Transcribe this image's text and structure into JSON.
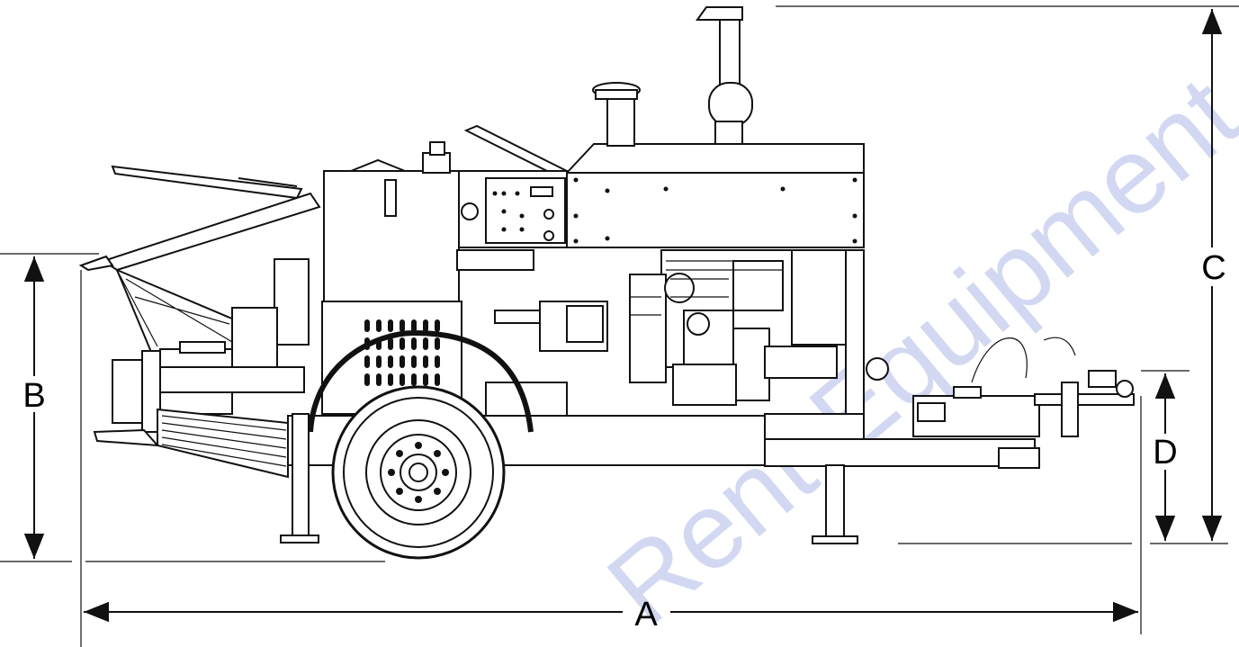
{
  "dimensions": {
    "a_label": "A",
    "b_label": "B",
    "c_label": "C",
    "d_label": "D"
  },
  "watermark": {
    "text": "Rent-Equipment.com",
    "color": "#3a50c8"
  },
  "colors": {
    "line": "#111111",
    "background": "#ffffff"
  }
}
